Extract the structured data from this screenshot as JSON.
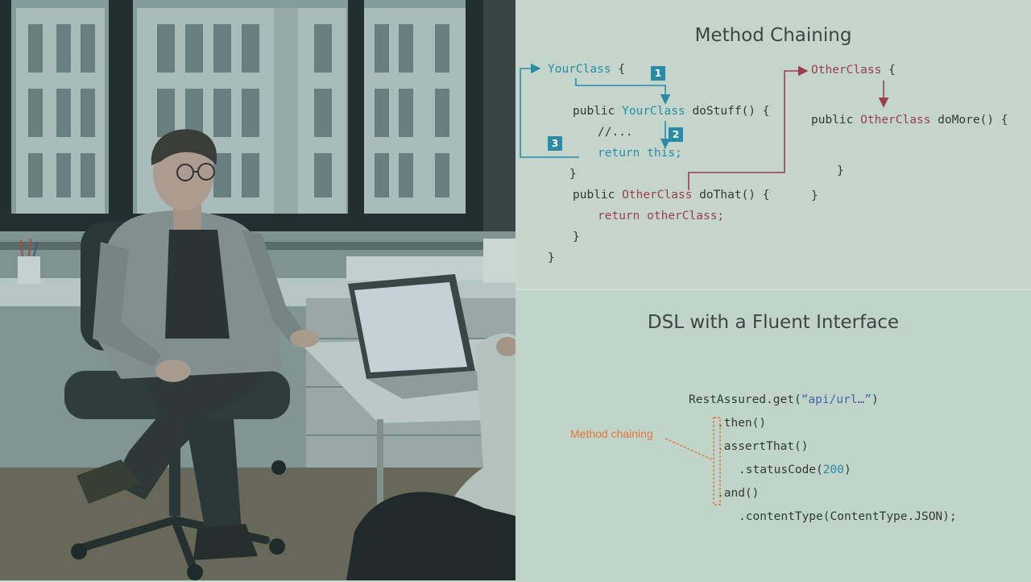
{
  "slide_top": {
    "title": "Method Chaining",
    "your_class": {
      "name": "YourClass",
      "brace": "{"
    },
    "line_public_1": {
      "kw": "public",
      "type": "YourClass",
      "rest": "doStuff() {"
    },
    "line_comment": "//...",
    "line_return_this": {
      "kw": "return",
      "val": "this;"
    },
    "close_brace_1": "}",
    "line_public_2": {
      "kw": "public",
      "type": "OtherClass",
      "rest": "doThat() {"
    },
    "line_return_other": {
      "kw": "return",
      "val": "otherClass;"
    },
    "close_brace_2": "}",
    "close_brace_3": "}",
    "other_class": {
      "name": "OtherClass",
      "brace": "{"
    },
    "line_public_3": {
      "kw": "public",
      "type": "OtherClass",
      "rest": "doMore() {"
    },
    "close_brace_4": "}",
    "close_brace_5": "}",
    "badges": [
      "1",
      "2",
      "3"
    ],
    "colors": {
      "blue": "#2b8ba7",
      "red": "#9c3d4f"
    }
  },
  "slide_bottom": {
    "title": "DSL with a Fluent Interface",
    "code": {
      "l1_pre": "RestAssured.get(",
      "l1_str": "“api/url…”",
      "l1_post": ")",
      "l2": ".then()",
      "l3": ".assertThat()",
      "l4_pre": ".statusCode(",
      "l4_num": "200",
      "l4_post": ")",
      "l5": ".and()",
      "l6": ".contentType(ContentType.JSON);"
    },
    "annotation": "Method chaining",
    "colors": {
      "annotation": "#e0773a"
    }
  }
}
